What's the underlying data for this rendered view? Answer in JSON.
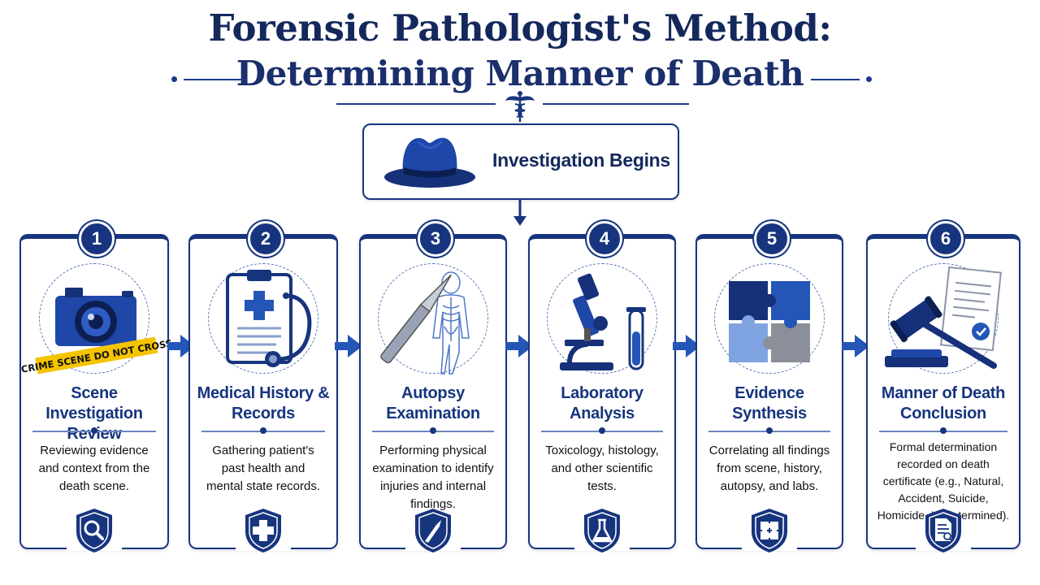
{
  "title": {
    "line1": "Forensic Pathologist's Method:",
    "line2": "Determining Manner of Death"
  },
  "start": {
    "label": "Investigation Begins",
    "icon": "fedora-hat-icon"
  },
  "steps": [
    {
      "number": "1",
      "title_line1": "Scene Investigation",
      "title_line2": "Review",
      "desc": [
        "Reviewing evidence",
        "and context from the",
        "death scene."
      ],
      "icon": "camera-icon",
      "badge_icon": "magnifier-icon",
      "tape_text": "CRIME SCENE DO NOT CROSS"
    },
    {
      "number": "2",
      "title_line1": "Medical History &",
      "title_line2": "Records",
      "desc": [
        "Gathering patient's",
        "past health and",
        "mental state records."
      ],
      "icon": "clipboard-stethoscope-icon",
      "badge_icon": "medical-cross-icon"
    },
    {
      "number": "3",
      "title_line1": "Autopsy",
      "title_line2": "Examination",
      "desc": [
        "Performing physical",
        "examination to identify",
        "injuries and internal",
        "findings."
      ],
      "icon": "scalpel-anatomy-icon",
      "badge_icon": "scalpel-icon"
    },
    {
      "number": "4",
      "title_line1": "Laboratory",
      "title_line2": "Analysis",
      "desc": [
        "Toxicology, histology,",
        "and other scientific",
        "tests."
      ],
      "icon": "microscope-icon",
      "badge_icon": "flask-icon"
    },
    {
      "number": "5",
      "title_line1": "Evidence",
      "title_line2": "Synthesis",
      "desc": [
        "Correlating all findings",
        "from scene, history,",
        "autopsy, and labs."
      ],
      "icon": "puzzle-icon",
      "badge_icon": "puzzle-piece-icon"
    },
    {
      "number": "6",
      "title_line1": "Manner of Death",
      "title_line2": "Conclusion",
      "desc": [
        "Formal determination",
        "recorded on death",
        "certificate (e.g., Natural,",
        "Accident, Suicide,",
        "Homicide, Undetermined)."
      ],
      "icon": "gavel-certificate-icon",
      "badge_icon": "document-icon"
    }
  ],
  "colors": {
    "navy": "#17357e",
    "title": "#14285c",
    "accent_blue": "#2456b8",
    "tape_yellow": "#f5c400"
  }
}
